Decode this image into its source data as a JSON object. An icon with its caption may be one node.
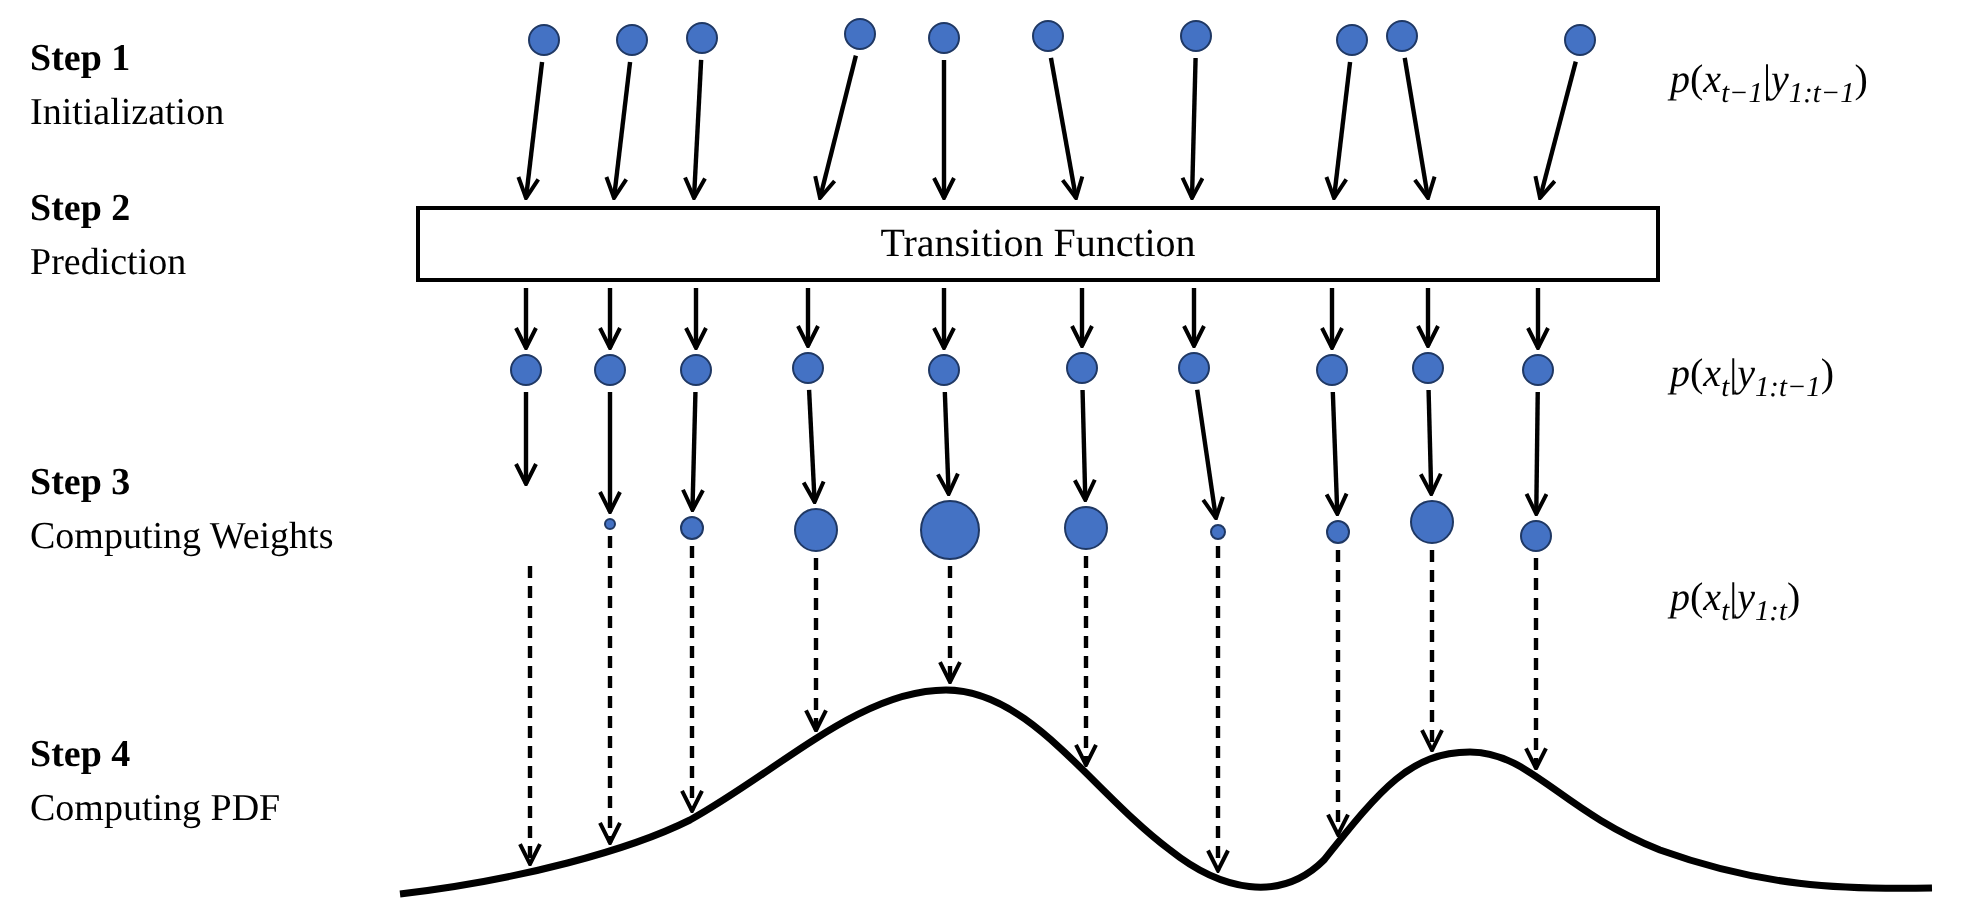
{
  "diagram": {
    "nodes": [
      {
        "text": [],
        "shape": "circle"
      },
      {
        "text": [],
        "shape": "circle"
      },
      {
        "text": [],
        "shape": "circle"
      },
      {
        "text": [],
        "shape": "circle"
      },
      {
        "text": [],
        "shape": "circle"
      },
      {
        "text": [],
        "shape": "circle"
      },
      {
        "text": [],
        "shape": "circle"
      },
      {
        "text": [],
        "shape": "circle"
      },
      {
        "text": [],
        "shape": "circle"
      },
      {
        "text": [],
        "shape": "circle"
      },
      {
        "text": [
          "Transition Function"
        ]
      },
      {
        "text": [],
        "shape": "circle"
      },
      {
        "text": [],
        "shape": "circle"
      },
      {
        "text": [],
        "shape": "circle"
      },
      {
        "text": [],
        "shape": "circle"
      },
      {
        "text": [],
        "shape": "circle"
      },
      {
        "text": [],
        "shape": "circle"
      },
      {
        "text": [],
        "shape": "circle"
      },
      {
        "text": [],
        "shape": "circle"
      },
      {
        "text": [],
        "shape": "circle"
      },
      {
        "text": [],
        "shape": "circle"
      },
      {
        "text": [],
        "shape": "circle"
      },
      {
        "text": [],
        "shape": "circle"
      },
      {
        "text": [],
        "shape": "circle"
      },
      {
        "text": [],
        "shape": "circle"
      },
      {
        "text": [],
        "shape": "circle"
      },
      {
        "text": [],
        "shape": "circle"
      },
      {
        "text": [],
        "shape": "circle"
      },
      {
        "text": [],
        "shape": "circle"
      },
      {
        "text": [],
        "shape": "circle"
      },
      {
        "text": [],
        "shape": "curve"
      }
    ],
    "edges": [
      {
        "from": 0,
        "to": 10,
        "arrow": "to"
      },
      {
        "from": 1,
        "to": 10,
        "arrow": "to"
      },
      {
        "from": 2,
        "to": 10,
        "arrow": "to"
      },
      {
        "from": 3,
        "to": 10,
        "arrow": "to"
      },
      {
        "from": 4,
        "to": 10,
        "arrow": "to"
      },
      {
        "from": 5,
        "to": 10,
        "arrow": "to"
      },
      {
        "from": 6,
        "to": 10,
        "arrow": "to"
      },
      {
        "from": 7,
        "to": 10,
        "arrow": "to"
      },
      {
        "from": 8,
        "to": 10,
        "arrow": "to"
      },
      {
        "from": 9,
        "to": 10,
        "arrow": "to"
      },
      {
        "from": 10,
        "to": 11,
        "arrow": "to"
      },
      {
        "from": 10,
        "to": 12,
        "arrow": "to"
      },
      {
        "from": 10,
        "to": 13,
        "arrow": "to"
      },
      {
        "from": 10,
        "to": 14,
        "arrow": "to"
      },
      {
        "from": 10,
        "to": 15,
        "arrow": "to"
      },
      {
        "from": 10,
        "to": 16,
        "arrow": "to"
      },
      {
        "from": 10,
        "to": 17,
        "arrow": "to"
      },
      {
        "from": 10,
        "to": 18,
        "arrow": "to"
      },
      {
        "from": 10,
        "to": 19,
        "arrow": "to"
      },
      {
        "from": 10,
        "to": 20,
        "arrow": "to"
      },
      {
        "from": 11,
        "to": null,
        "arrow": "to"
      },
      {
        "from": 12,
        "to": 21,
        "arrow": "to"
      },
      {
        "from": 13,
        "to": 22,
        "arrow": "to"
      },
      {
        "from": 14,
        "to": 23,
        "arrow": "to"
      },
      {
        "from": 15,
        "to": 24,
        "arrow": "to"
      },
      {
        "from": 16,
        "to": 25,
        "arrow": "to"
      },
      {
        "from": 17,
        "to": 26,
        "arrow": "to"
      },
      {
        "from": 18,
        "to": 27,
        "arrow": "to"
      },
      {
        "from": 19,
        "to": 28,
        "arrow": "to"
      },
      {
        "from": 20,
        "to": 29,
        "arrow": "to"
      },
      {
        "from": null,
        "to": 30,
        "arrow": "to",
        "style": "dashed"
      },
      {
        "from": 21,
        "to": 30,
        "arrow": "to",
        "style": "dashed"
      },
      {
        "from": 22,
        "to": 30,
        "arrow": "to",
        "style": "dashed"
      },
      {
        "from": 23,
        "to": 30,
        "arrow": "to",
        "style": "dashed"
      },
      {
        "from": 24,
        "to": 30,
        "arrow": "to",
        "style": "dashed"
      },
      {
        "from": 25,
        "to": 30,
        "arrow": "to",
        "style": "dashed"
      },
      {
        "from": 26,
        "to": 30,
        "arrow": "to",
        "style": "dashed"
      },
      {
        "from": 27,
        "to": 30,
        "arrow": "to",
        "style": "dashed"
      },
      {
        "from": 28,
        "to": 30,
        "arrow": "to",
        "style": "dashed"
      },
      {
        "from": 29,
        "to": 30,
        "arrow": "to",
        "style": "dashed"
      }
    ],
    "labels": [
      "Step 1",
      "Initialization",
      "Step 2",
      "Prediction",
      "Step 3",
      "Computing Weights",
      "Step 4",
      "Computing PDF",
      "*p*(*x*$_{t−1}$|*y*$_{1:t−1}$)",
      "*p*(*x*$_{t}$|*y*$_{1:t−1}$)",
      "*p*(*x*$_{t}$|*y*$_{1:t}$)"
    ]
  }
}
